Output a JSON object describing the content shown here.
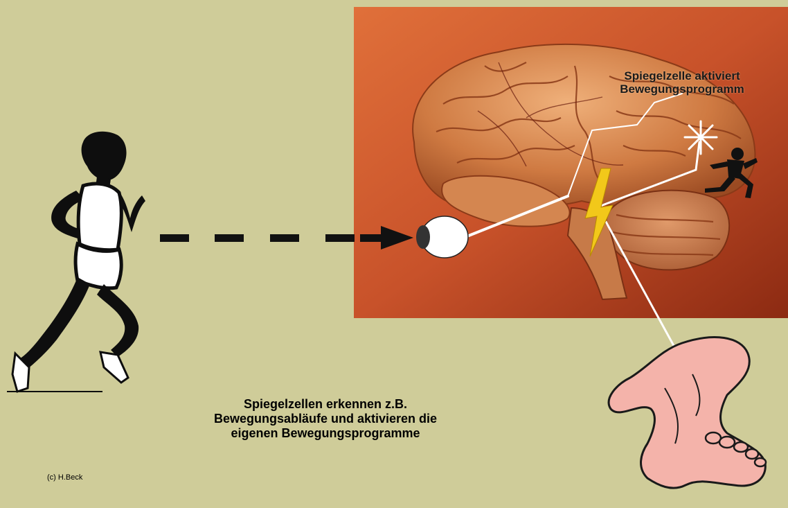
{
  "brain_label": {
    "line1": "Spiegelzelle aktiviert",
    "line2": "Bewegungsprogramm"
  },
  "caption": {
    "line1": "Spiegelzellen erkennen z.B.",
    "line2": "Bewegungsabläufe und aktivieren die",
    "line3": "eigenen Bewegungsprogramme"
  },
  "credit": "(c) H.Beck",
  "colors": {
    "background": "#cfcc99",
    "brain_panel": "#c8522a",
    "brain_tissue": "#d98a4e",
    "foot": "#f4b3aa",
    "lightning": "#f2c81a",
    "nerve_lines": "#ffffff"
  },
  "icons": [
    "runner-silhouette",
    "dashed-arrow",
    "eye-icon",
    "brain-image",
    "lightning-icon",
    "spark-star-icon",
    "small-runner-icon",
    "foot-drawing"
  ]
}
